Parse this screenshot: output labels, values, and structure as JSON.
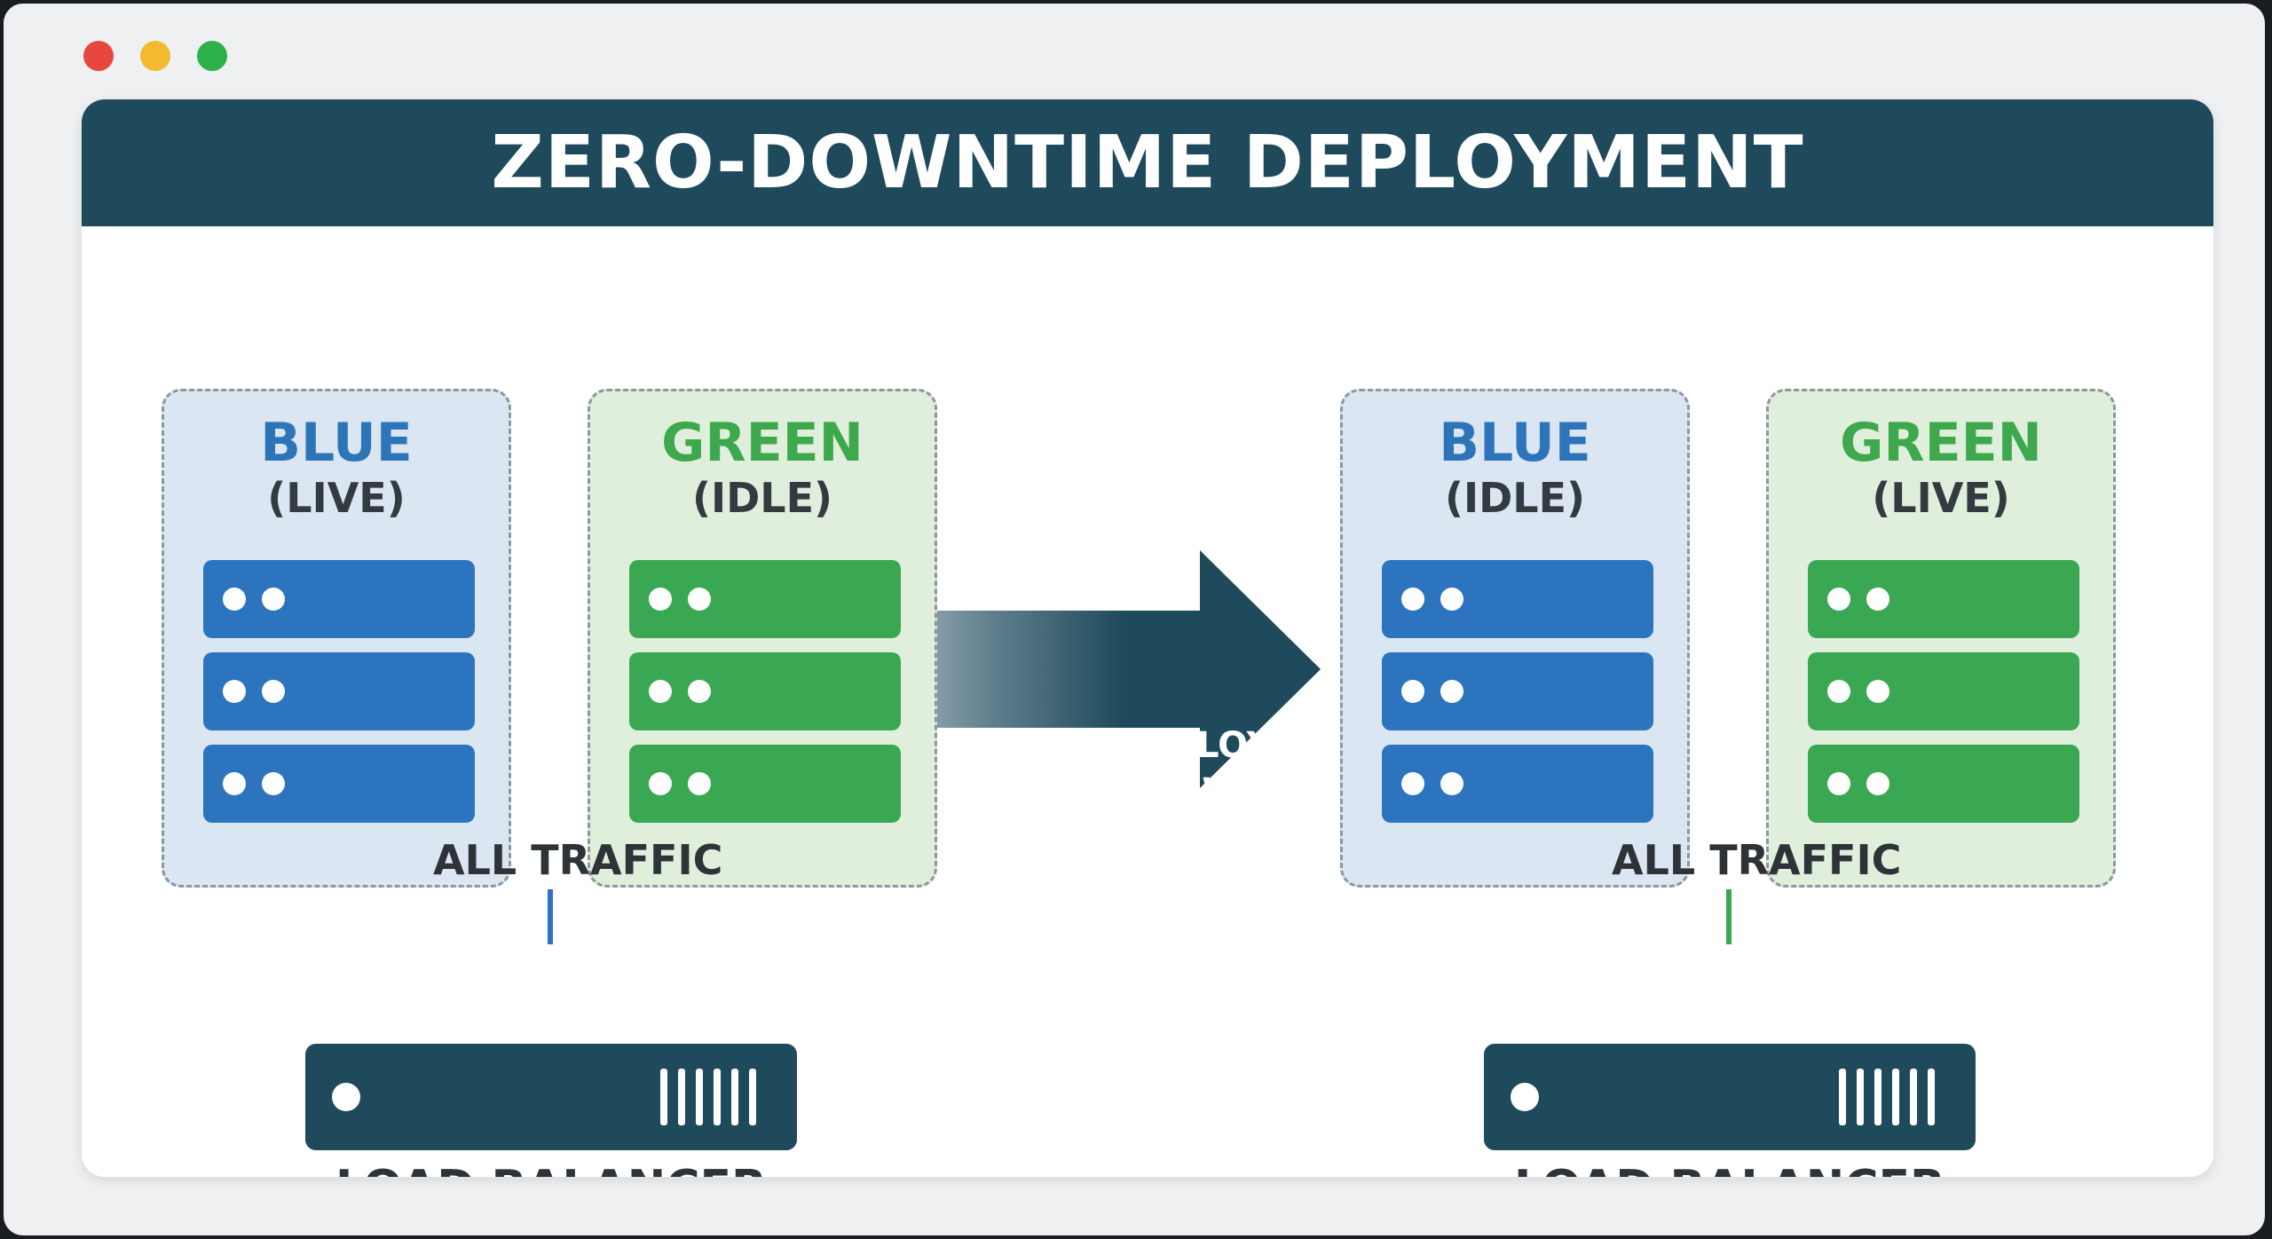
{
  "title": "ZERO-DOWNTIME DEPLOYMENT",
  "colors": {
    "blue": "#2d74bf",
    "green": "#3aa853",
    "dark": "#1f4a5b"
  },
  "before": {
    "blue": {
      "name": "BLUE",
      "status": "(LIVE)"
    },
    "green": {
      "name": "GREEN",
      "status": "(IDLE)"
    },
    "traffic_label": "ALL TRAFFIC",
    "load_balancer_label": "LOAD BALANCER"
  },
  "arrow": {
    "line1": "DEPLOY",
    "line2": "NEW VERSION"
  },
  "after": {
    "blue": {
      "name": "BLUE",
      "status": "(IDLE)"
    },
    "green": {
      "name": "GREEN",
      "status": "(LIVE)"
    },
    "traffic_label": "ALL TRAFFIC",
    "load_balancer_label": "LOAD BALANCER"
  }
}
